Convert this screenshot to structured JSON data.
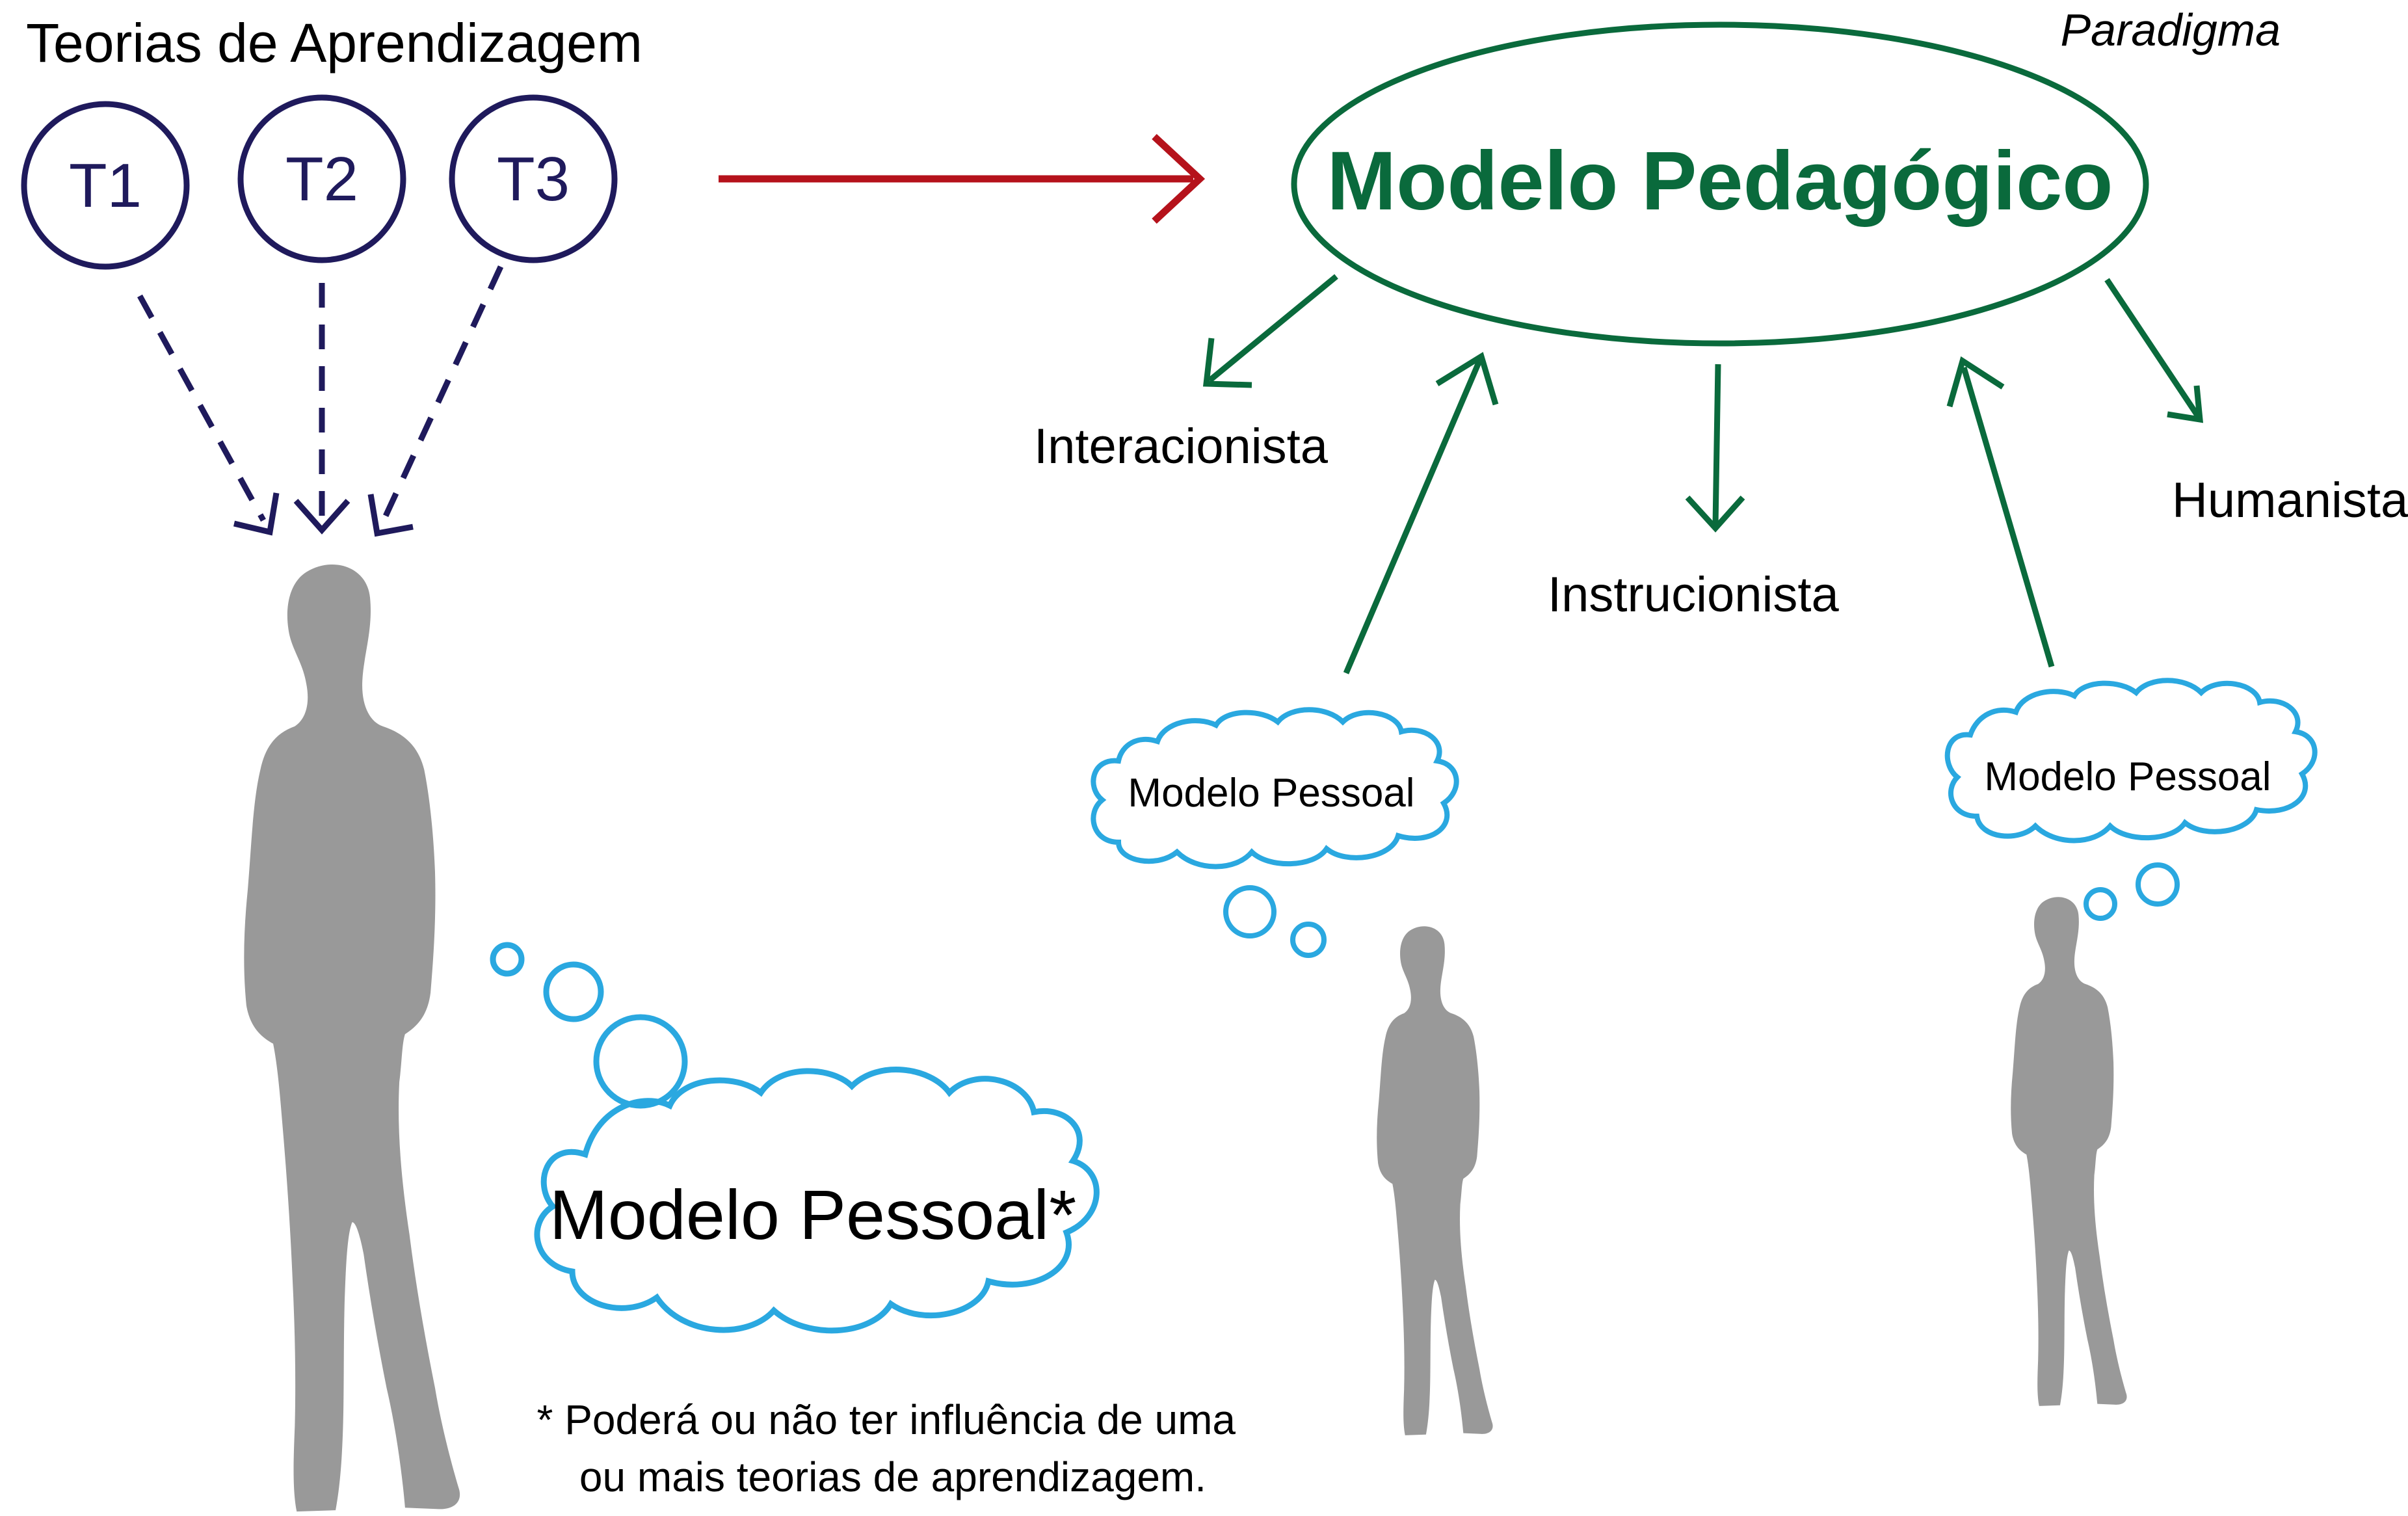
{
  "header": {
    "title": "Teorias de Aprendizagem",
    "paradigm_label": "Paradigma"
  },
  "theories": [
    "T1",
    "T2",
    "T3"
  ],
  "central": {
    "label": "Modelo Pedagógico"
  },
  "models": {
    "interacionista": "Interacionista",
    "instrucionista": "Instrucionista",
    "humanista": "Humanista"
  },
  "clouds": {
    "main": "Modelo Pessoal*",
    "left_small": "Modelo Pessoal",
    "right_small": "Modelo Pessoal"
  },
  "footnote": {
    "line1": "* Poderá ou não ter influência de uma",
    "line2": "ou mais teorias de aprendizagem."
  },
  "colors": {
    "navy": "#1f1a5c",
    "green": "#0a6a3c",
    "red": "#b5121b",
    "cyan": "#2aa8e0",
    "silhouette": "#999999"
  }
}
